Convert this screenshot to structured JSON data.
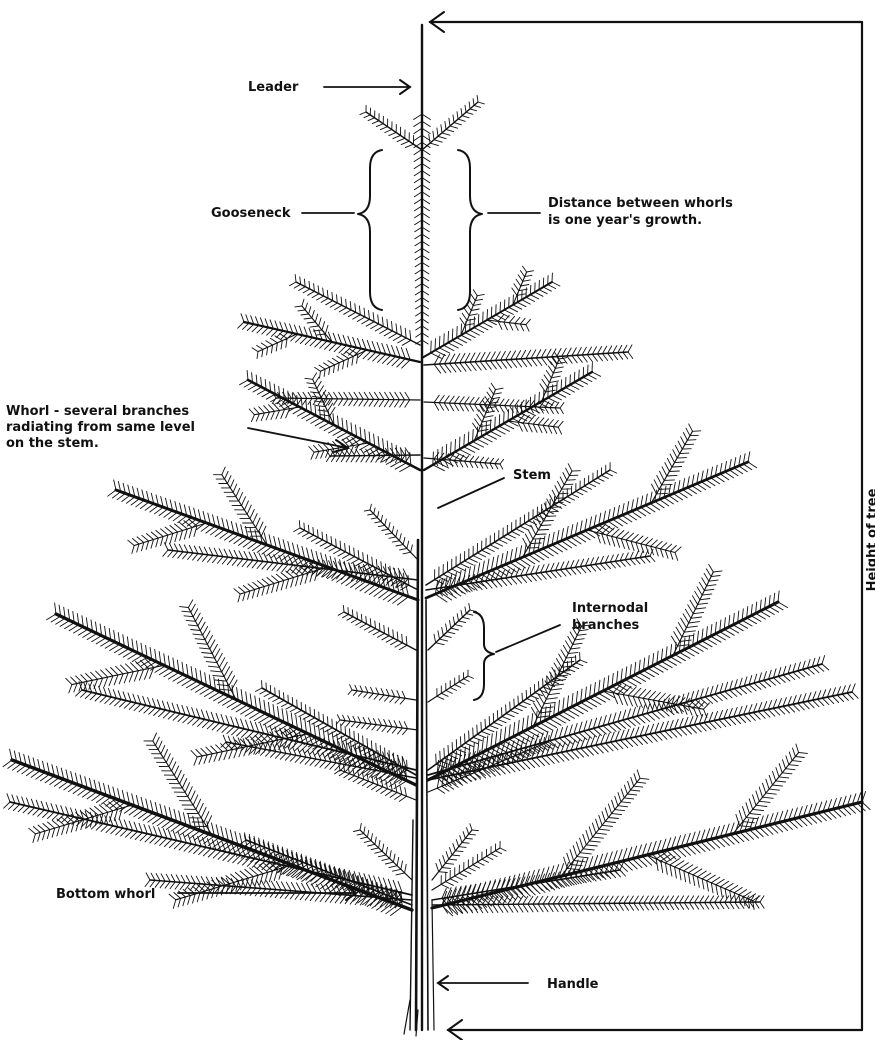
{
  "labels": {
    "leader": "Leader",
    "gooseneck": "Gooseneck",
    "distance_line1": "Distance between whorls",
    "distance_line2": "is one year's growth.",
    "whorl_line1": "Whorl - several branches",
    "whorl_line2": "radiating from same level",
    "whorl_line3": "on the stem.",
    "stem": "Stem",
    "internodal_line1": "Internodal",
    "internodal_line2": "branches",
    "bottom_whorl": "Bottom whorl",
    "handle": "Handle",
    "height_of_tree": "Height of tree"
  },
  "colors": {
    "ink": "#111111",
    "background": "#ffffff"
  }
}
